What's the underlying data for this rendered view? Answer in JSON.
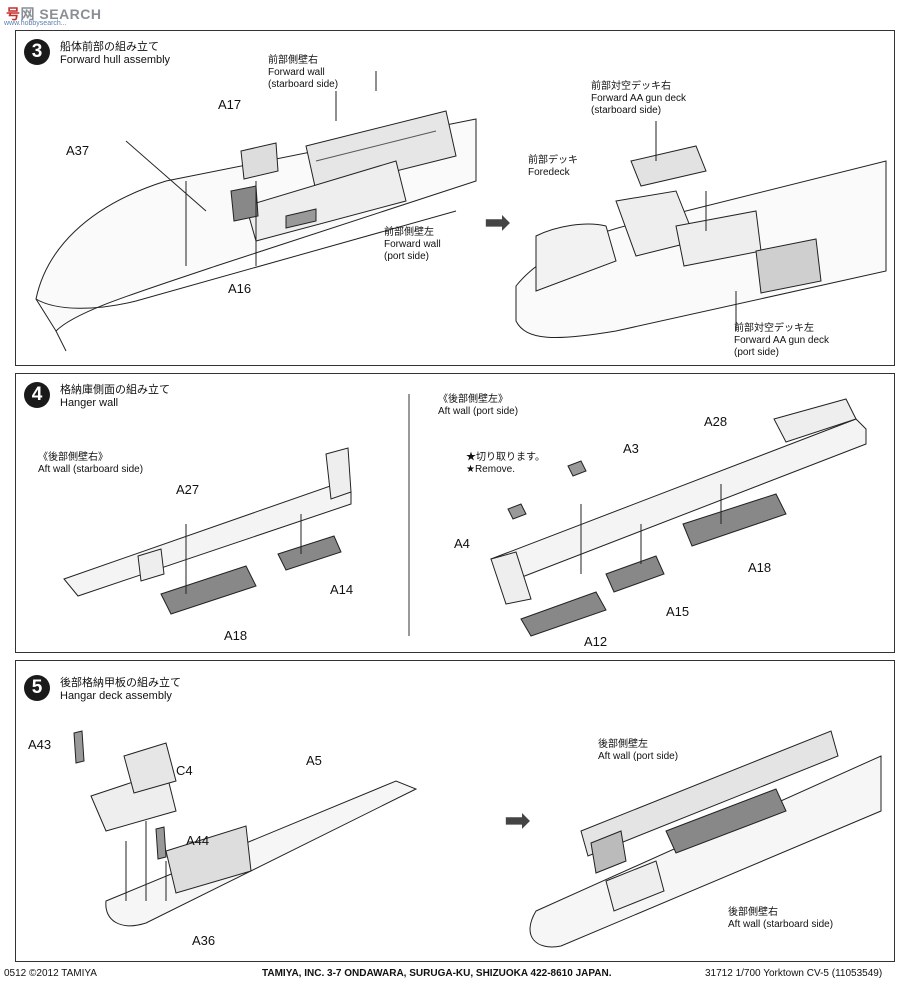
{
  "watermark": {
    "brand_left": "号",
    "brand_right": "网",
    "text": "SEARCH",
    "sub": "www.hobbysearch..."
  },
  "steps": [
    {
      "number": "3",
      "title_jp": "船体前部の組み立て",
      "title_en": "Forward hull assembly",
      "labels": [
        {
          "jp": "前部側壁右",
          "en1": "Forward wall",
          "en2": "(starboard side)"
        },
        {
          "jp": "前部対空デッキ右",
          "en1": "Forward AA gun deck",
          "en2": "(starboard side)"
        },
        {
          "jp": "前部デッキ",
          "en1": "Foredeck",
          "en2": ""
        },
        {
          "jp": "前部側壁左",
          "en1": "Forward wall",
          "en2": "(port side)"
        },
        {
          "jp": "前部対空デッキ左",
          "en1": "Forward AA gun deck",
          "en2": "(port side)"
        }
      ],
      "parts": [
        "A17",
        "A37",
        "A16"
      ]
    },
    {
      "number": "4",
      "title_jp": "格納庫側面の組み立て",
      "title_en": "Hanger wall",
      "labels": [
        {
          "jp": "《後部側壁右》",
          "en1": "Aft wall (starboard side)",
          "en2": ""
        },
        {
          "jp": "《後部側壁左》",
          "en1": "Aft wall (port side)",
          "en2": ""
        },
        {
          "jp": "★切り取ります。",
          "en1": "★Remove.",
          "en2": ""
        }
      ],
      "parts": [
        "A27",
        "A14",
        "A18",
        "A28",
        "A3",
        "A4",
        "A18",
        "A15",
        "A12"
      ]
    },
    {
      "number": "5",
      "title_jp": "後部格納甲板の組み立て",
      "title_en": "Hangar deck assembly",
      "labels": [
        {
          "jp": "後部側壁左",
          "en1": "Aft wall (port side)",
          "en2": ""
        },
        {
          "jp": "後部側壁右",
          "en1": "Aft wall (starboard side)",
          "en2": ""
        }
      ],
      "parts": [
        "A43",
        "C4",
        "A5",
        "A44",
        "A36"
      ]
    }
  ],
  "footer": {
    "left": "0512 ©2012 TAMIYA",
    "center": "TAMIYA, INC.  3-7 ONDAWARA, SURUGA-KU, SHIZUOKA 422-8610 JAPAN.",
    "right": "31712  1/700 Yorktown CV-5 (11053549)"
  }
}
